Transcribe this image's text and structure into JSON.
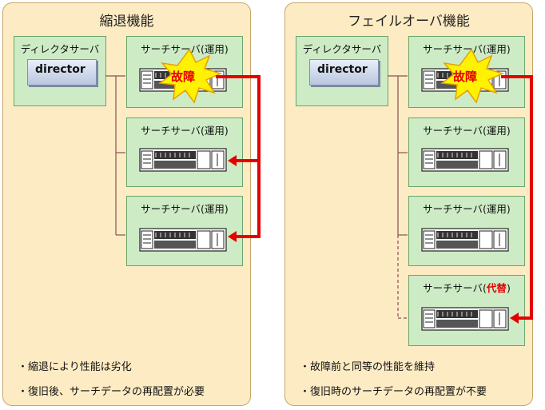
{
  "left": {
    "title": "縮退機能",
    "director_label": "ディレクタサーバ",
    "director_name": "director",
    "servers": [
      "サーチサーバ(運用)",
      "サーチサーバ(運用)",
      "サーチサーバ(運用)"
    ],
    "fault_label": "故障",
    "bullets": [
      "・縮退により性能は劣化",
      "・復旧後、サーチデータの再配置が必要"
    ]
  },
  "right": {
    "title": "フェイルオーバ機能",
    "director_label": "ディレクタサーバ",
    "director_name": "director",
    "servers": [
      "サーチサーバ(運用)",
      "サーチサーバ(運用)",
      "サーチサーバ(運用)"
    ],
    "standby_prefix": "サーチサーバ(",
    "standby_highlight": "代替",
    "standby_suffix": ")",
    "fault_label": "故障",
    "bullets": [
      "・故障前と同等の性能を維持",
      "・復旧時のサーチデータの再配置が不要"
    ]
  },
  "colors": {
    "panel": "#fdebc4",
    "box": "#cdebc5",
    "arrow": "#e60000",
    "fault_burst": "#fff200"
  },
  "icons": {
    "server": "server-rack-icon",
    "fault": "explosion-burst-icon",
    "arrow": "redirect-arrow-icon"
  }
}
